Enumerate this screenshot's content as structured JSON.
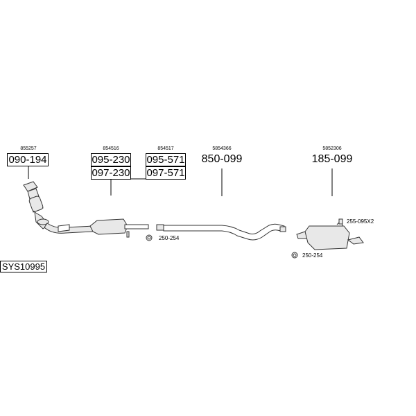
{
  "article_numbers": {
    "a1": "855257",
    "a2": "854516",
    "a3": "854517",
    "a4": "5854366",
    "a5": "5852306"
  },
  "part_codes": {
    "p1": "090-194",
    "p2a": "095-230",
    "p2b": "097-230",
    "p3a": "095-571",
    "p3b": "097-571",
    "p4": "850-099",
    "p5": "185-099"
  },
  "clamps": {
    "c1": "250-254",
    "c2": "250-254",
    "c3": "255-095X2"
  },
  "system_id": "SYS10995",
  "colors": {
    "line": "#000000",
    "part_fill": "#e8e8e8",
    "part_stroke": "#333333"
  }
}
